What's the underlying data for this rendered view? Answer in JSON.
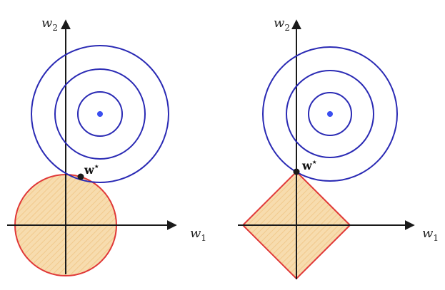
{
  "colors": {
    "contour": "#2a2ab4",
    "center": "#3a4ef0",
    "region_stroke": "#e03838",
    "region_fill": "#f7d9a8",
    "axis": "#1a1a1a",
    "point": "#1a1a1a"
  },
  "panels": [
    {
      "region_shape": "circle",
      "labels": {
        "x_var": "w",
        "x_sub": "1",
        "y_var": "w",
        "y_sub": "2",
        "point": "w",
        "point_sup": "⋆"
      }
    },
    {
      "region_shape": "diamond",
      "labels": {
        "x_var": "w",
        "x_sub": "1",
        "y_var": "w",
        "y_sub": "2",
        "point": "w",
        "point_sup": "⋆"
      }
    }
  ]
}
